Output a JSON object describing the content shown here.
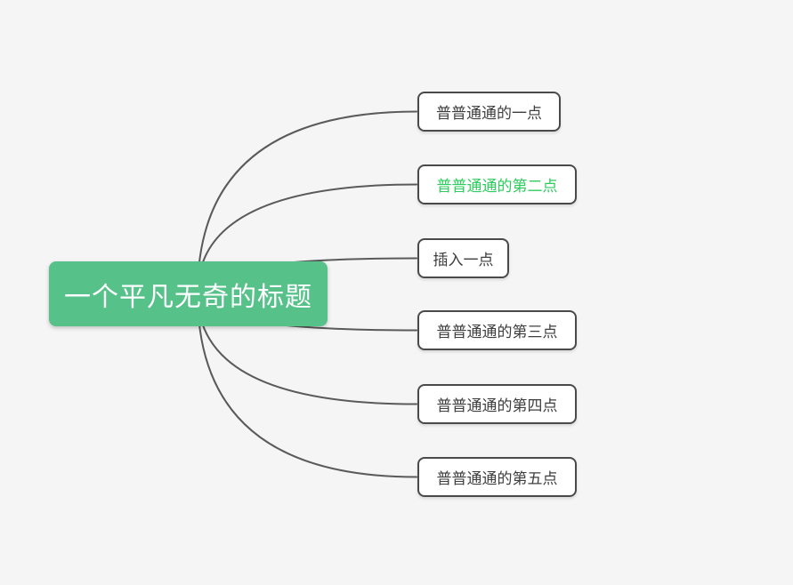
{
  "diagram": {
    "root": {
      "label": "一个平凡无奇的标题"
    },
    "children": [
      {
        "label": "普普通通的一点",
        "emphasis": false
      },
      {
        "label": "普普通通的第二点",
        "emphasis": true
      },
      {
        "label": "插入一点",
        "emphasis": false
      },
      {
        "label": "普普通通的第三点",
        "emphasis": false
      },
      {
        "label": "普普通通的第四点",
        "emphasis": false
      },
      {
        "label": "普普通通的第五点",
        "emphasis": false
      }
    ],
    "colors": {
      "background": "#f5f5f5",
      "root_fill": "#56c28a",
      "root_text": "#ffffff",
      "node_fill": "#ffffff",
      "node_border": "#4a4a4a",
      "node_text": "#3e3e3e",
      "emphasis_text": "#2ecc5e",
      "connector": "#5a5a5a"
    }
  }
}
